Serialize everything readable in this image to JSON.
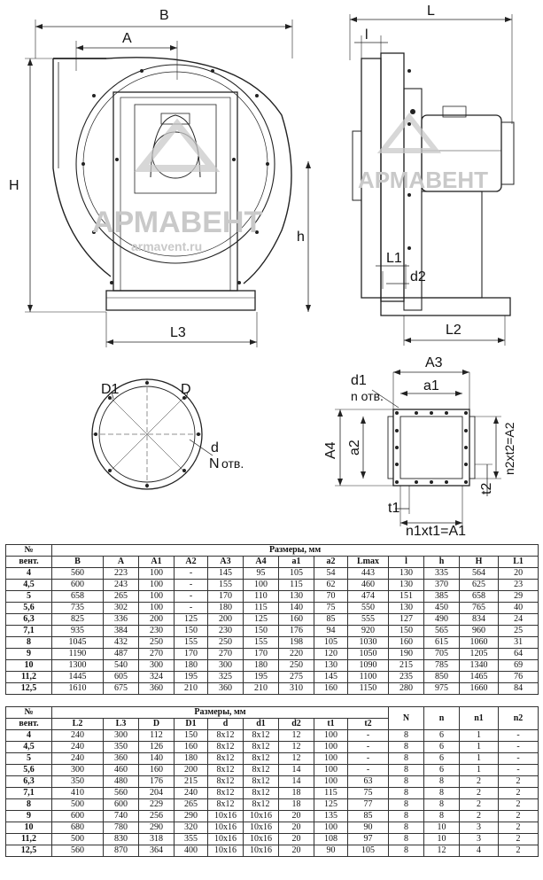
{
  "drawing": {
    "watermark_brand": "АРМАВЕНТ",
    "watermark_site": "armavent.ru",
    "front_view": {
      "B": "B",
      "A": "A",
      "H": "H",
      "h": "h",
      "L3": "L3"
    },
    "side_view": {
      "L": "L",
      "l": "l",
      "L1": "L1",
      "d2": "d2",
      "L2": "L2"
    },
    "flange_round": {
      "D1": "D1",
      "D": "D",
      "d": "d",
      "N": "N",
      "otv": "отв."
    },
    "flange_square": {
      "A3": "A3",
      "A4": "A4",
      "d1": "d1",
      "n_otv": "n отв.",
      "a1": "a1",
      "a2": "a2",
      "n2": "n2xt2=A2",
      "t2": "t2",
      "t1": "t1",
      "n1": "n1xt1=A1"
    }
  },
  "table1": {
    "no_label_1": "№",
    "no_label_2": "вент.",
    "group_header": "Размеры, мм",
    "columns": [
      "B",
      "A",
      "A1",
      "A2",
      "A3",
      "A4",
      "a1",
      "a2",
      "Lmax",
      "l",
      "h",
      "H",
      "L1"
    ],
    "rows": [
      [
        "4",
        "560",
        "223",
        "100",
        "-",
        "145",
        "95",
        "105",
        "54",
        "443",
        "130",
        "335",
        "564",
        "20"
      ],
      [
        "4,5",
        "600",
        "243",
        "100",
        "-",
        "155",
        "100",
        "115",
        "62",
        "460",
        "130",
        "370",
        "625",
        "23"
      ],
      [
        "5",
        "658",
        "265",
        "100",
        "-",
        "170",
        "110",
        "130",
        "70",
        "474",
        "151",
        "385",
        "658",
        "29"
      ],
      [
        "5,6",
        "735",
        "302",
        "100",
        "-",
        "180",
        "115",
        "140",
        "75",
        "550",
        "130",
        "450",
        "765",
        "40"
      ],
      [
        "6,3",
        "825",
        "336",
        "200",
        "125",
        "200",
        "125",
        "160",
        "85",
        "555",
        "127",
        "490",
        "834",
        "24"
      ],
      [
        "7,1",
        "935",
        "384",
        "230",
        "150",
        "230",
        "150",
        "176",
        "94",
        "920",
        "150",
        "565",
        "960",
        "25"
      ],
      [
        "8",
        "1045",
        "432",
        "250",
        "155",
        "250",
        "155",
        "198",
        "105",
        "1030",
        "160",
        "615",
        "1060",
        "31"
      ],
      [
        "9",
        "1190",
        "487",
        "270",
        "170",
        "270",
        "170",
        "220",
        "120",
        "1050",
        "190",
        "705",
        "1205",
        "64"
      ],
      [
        "10",
        "1300",
        "540",
        "300",
        "180",
        "300",
        "180",
        "250",
        "130",
        "1090",
        "215",
        "785",
        "1340",
        "69"
      ],
      [
        "11,2",
        "1445",
        "605",
        "324",
        "195",
        "325",
        "195",
        "275",
        "145",
        "1100",
        "235",
        "850",
        "1465",
        "76"
      ],
      [
        "12,5",
        "1610",
        "675",
        "360",
        "210",
        "360",
        "210",
        "310",
        "160",
        "1150",
        "280",
        "975",
        "1660",
        "84"
      ]
    ]
  },
  "table2": {
    "no_label_1": "№",
    "no_label_2": "вент.",
    "group_header": "Размеры, мм",
    "columns": [
      "L2",
      "L3",
      "D",
      "D1",
      "d",
      "d1",
      "d2",
      "t1",
      "t2"
    ],
    "extra_columns": [
      "N",
      "n",
      "n1",
      "n2"
    ],
    "rows": [
      [
        "4",
        "240",
        "300",
        "112",
        "150",
        "8x12",
        "8x12",
        "12",
        "100",
        "-",
        "8",
        "6",
        "1",
        "-"
      ],
      [
        "4,5",
        "240",
        "350",
        "126",
        "160",
        "8x12",
        "8x12",
        "12",
        "100",
        "-",
        "8",
        "6",
        "1",
        "-"
      ],
      [
        "5",
        "240",
        "360",
        "140",
        "180",
        "8x12",
        "8x12",
        "12",
        "100",
        "-",
        "8",
        "6",
        "1",
        "-"
      ],
      [
        "5,6",
        "300",
        "460",
        "160",
        "200",
        "8x12",
        "8x12",
        "14",
        "100",
        "-",
        "8",
        "6",
        "1",
        "-"
      ],
      [
        "6,3",
        "350",
        "480",
        "176",
        "215",
        "8x12",
        "8x12",
        "14",
        "100",
        "63",
        "8",
        "8",
        "2",
        "2"
      ],
      [
        "7,1",
        "410",
        "560",
        "204",
        "240",
        "8x12",
        "8x12",
        "18",
        "115",
        "75",
        "8",
        "8",
        "2",
        "2"
      ],
      [
        "8",
        "500",
        "600",
        "229",
        "265",
        "8x12",
        "8x12",
        "18",
        "125",
        "77",
        "8",
        "8",
        "2",
        "2"
      ],
      [
        "9",
        "600",
        "740",
        "256",
        "290",
        "10x16",
        "10x16",
        "20",
        "135",
        "85",
        "8",
        "8",
        "2",
        "2"
      ],
      [
        "10",
        "680",
        "780",
        "290",
        "320",
        "10x16",
        "10x16",
        "20",
        "100",
        "90",
        "8",
        "10",
        "3",
        "2"
      ],
      [
        "11,2",
        "500",
        "830",
        "318",
        "355",
        "10x16",
        "10x16",
        "20",
        "108",
        "97",
        "8",
        "10",
        "3",
        "2"
      ],
      [
        "12,5",
        "560",
        "870",
        "364",
        "400",
        "10x16",
        "10x16",
        "20",
        "90",
        "105",
        "8",
        "12",
        "4",
        "2"
      ]
    ]
  }
}
